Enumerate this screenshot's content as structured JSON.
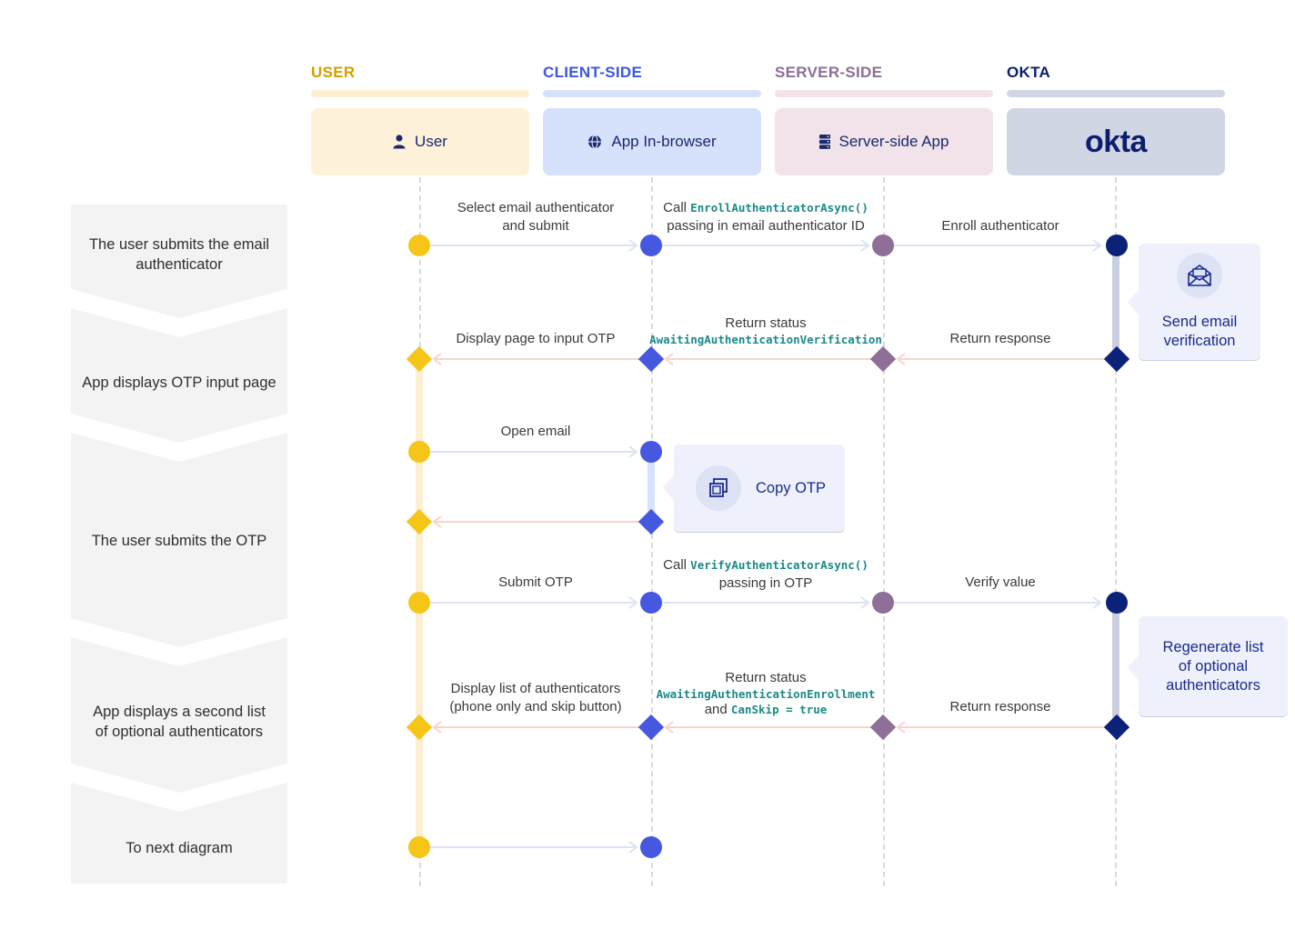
{
  "lanes": {
    "user": {
      "title": "USER",
      "actor": "User",
      "color": "#d9a300"
    },
    "client": {
      "title": "CLIENT-SIDE",
      "actor": "App In-browser",
      "color": "#3b57e0"
    },
    "server": {
      "title": "SERVER-SIDE",
      "actor": "Server-side App",
      "color": "#8d6f98"
    },
    "okta": {
      "title": "OKTA",
      "actor": "okta",
      "color": "#0c1e6e"
    }
  },
  "steps": [
    "The user submits the email authenticator",
    "App displays OTP input page",
    "The user submits the OTP",
    "App displays a second list of optional authenticators",
    "To next diagram"
  ],
  "messages": {
    "m1": {
      "line1": "Select email authenticator",
      "line2": "and submit"
    },
    "m2": {
      "prefix": "Call ",
      "code": "EnrollAuthenticatorAsync()",
      "line2": "passing in email authenticator ID"
    },
    "m3": {
      "text": "Enroll authenticator"
    },
    "m4": {
      "text": "Display page to input OTP"
    },
    "m5": {
      "line1": "Return status",
      "code": "AwaitingAuthenticationVerification"
    },
    "m6": {
      "text": "Return response"
    },
    "m7": {
      "text": "Open email"
    },
    "m8": {
      "text": "Submit OTP"
    },
    "m9": {
      "prefix": "Call ",
      "code": "VerifyAuthenticatorAsync()",
      "line2": "passing in OTP"
    },
    "m10": {
      "text": "Verify value"
    },
    "m11": {
      "line1": "Display list of authenticators",
      "line2": "(phone only and skip button)"
    },
    "m12": {
      "line1": "Return status",
      "code": "AwaitingAuthenticationEnrollment",
      "and": "and",
      "code2": "CanSkip = true"
    },
    "m13": {
      "text": "Return response"
    }
  },
  "notes": {
    "send_email": {
      "line1": "Send email",
      "line2": "verification",
      "icon": "envelope-icon"
    },
    "copy_otp": {
      "text": "Copy OTP",
      "icon": "copy-icon"
    },
    "regenerate": {
      "line1": "Regenerate list",
      "line2": "of optional",
      "line3": "authenticators"
    }
  },
  "colors": {
    "user_node": "#f5c518",
    "client_node": "#4657e0",
    "server_node": "#8d6f98",
    "okta_node": "#0c2278",
    "forward_arrow": "#dbe3f3",
    "return_arrow": "#f6d4cc"
  }
}
